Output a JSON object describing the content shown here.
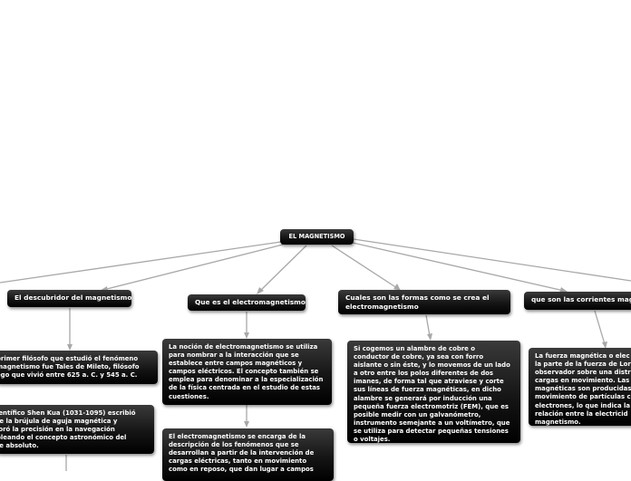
{
  "map": {
    "root": {
      "label": "EL MAGNETISMO"
    },
    "branches": [
      {
        "id": "descubridor",
        "label": "El descubridor del magnetismo",
        "children": [
          {
            "text": "primer filósofo que estudió el fenómeno\nmagnetismo fue Tales de Mileto, filósofo\nego que vivió entre 625 a. C. y 545 a. C."
          },
          {
            "text": "ientífico Shen Kua (1031-1095) escribió\nre la brújula de aguja magnética y\njoró la precisión en la navegación\npleando el concepto astronómico del\nte absoluto."
          }
        ]
      },
      {
        "id": "electromagnetismo",
        "label": "Que es el electromagnetismo",
        "children": [
          {
            "text": "La noción de electromagnetismo se utiliza\npara nombrar a la interacción que se\nestablece entre campos magnéticos y\ncampos eléctricos. El concepto también se\nemplea para denominar a la especialización\nde la física centrada en el estudio de estas\ncuestiones."
          },
          {
            "text": "El electromagnetismo se encarga de la\ndescripción de los fenómenos que se\ndesarrollan a partir de la intervención de\ncargas eléctricas, tanto en movimiento\ncomo en reposo, que dan lugar a campos"
          }
        ]
      },
      {
        "id": "formas",
        "label": "Cuales son las formas como se crea el\nelectromagnetismo",
        "children": [
          {
            "text": "Si cogemos un alambre de cobre o\nconductor de cobre, ya sea con forro\naislante o sin éste, y lo movemos de un lado\na otro entre los polos diferentes de dos\nimanes, de forma tal que atraviese y corte\nsus líneas de fuerza magnéticas, en dicho\nalambre se generará por inducción una\npequeña fuerza electromotriz (FEM), que es\nposible medir con un galvanómetro,\ninstrumento semejante a un voltímetro, que\nse utiliza para detectar pequeñas tensiones\no voltajes."
          }
        ]
      },
      {
        "id": "corrientes",
        "label": "que son las corrientes magn",
        "children": [
          {
            "text": "La fuerza magnética o elec\nla parte de la fuerza de Lor\nobservador sobre una distr\ncargas en movimiento. Las\nmagnéticas son producidas\nmovimiento de partículas c\nelectrones, lo que indica la\nrelación entre la electricid\nmagnetismo."
          }
        ]
      }
    ]
  }
}
